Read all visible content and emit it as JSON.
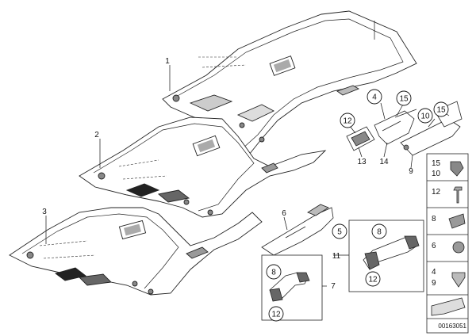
{
  "callouts": {
    "headliner_1": "1",
    "headliner_2": "2",
    "headliner_3": "3",
    "part_4": "4",
    "part_15a": "15",
    "part_15b": "15",
    "part_10": "10",
    "part_12a": "12",
    "part_13": "13",
    "part_14": "14",
    "part_9": "9",
    "part_6": "6",
    "part_5": "5",
    "part_11": "11",
    "part_8": "8",
    "part_12b": "12",
    "part_7": "7",
    "part_8b": "8",
    "part_12c": "12"
  },
  "side_legend": {
    "row1_a": "15",
    "row1_b": "10",
    "row2": "12",
    "row3": "8",
    "row4": "6",
    "row5_a": "4",
    "row5_b": "9"
  },
  "doc_number": "00163051"
}
